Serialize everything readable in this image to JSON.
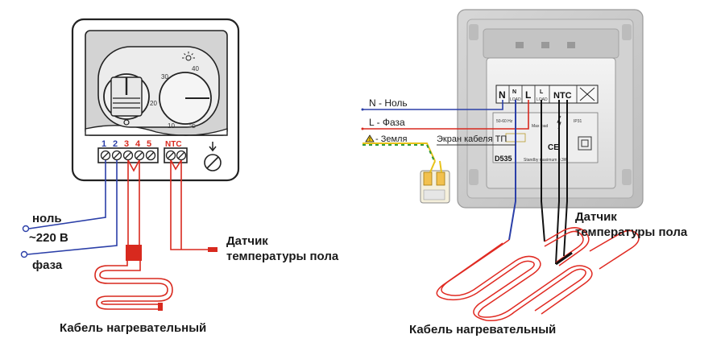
{
  "left": {
    "terminals": [
      "1",
      "2",
      "3",
      "4",
      "5"
    ],
    "ntc": "NTC",
    "dial_numbers": [
      "40",
      "30",
      "20",
      "10"
    ],
    "dial_unit": "°C",
    "label_neutral": "ноль",
    "label_voltage": "~220 В",
    "label_phase": "фаза",
    "sensor_line1": "Датчик",
    "sensor_line2": "температуры пола",
    "cable": "Кабель нагревательный"
  },
  "right": {
    "terminal_n": "N",
    "terminal_n_load": "N",
    "terminal_n_load_sub": "LOAD",
    "terminal_l": "L",
    "terminal_l_load": "L",
    "terminal_l_load_sub": "LOAD",
    "terminal_ntc": "NTC",
    "label_neutral": "N - Ноль",
    "label_phase": "L - Фаза",
    "label_ground": "- Земля",
    "label_screen": "Экран кабеля ТП",
    "model": "D535",
    "spec_1": "50-60 Hz",
    "spec_2": "Max load",
    "spec_3": "IP31",
    "spec_4": "Standby maximum 0.3W",
    "spec_ce": "CE",
    "sensor_line1": "Датчик",
    "sensor_line2": "температуры пола",
    "cable": "Кабель нагревательный"
  },
  "colors": {
    "wire_blue": "#2b3fa8",
    "wire_red": "#d8291e",
    "wire_black": "#111111",
    "ground_yellow": "#e8c21a",
    "ground_green": "#2e9a3a",
    "cable_red": "#e02a22"
  }
}
